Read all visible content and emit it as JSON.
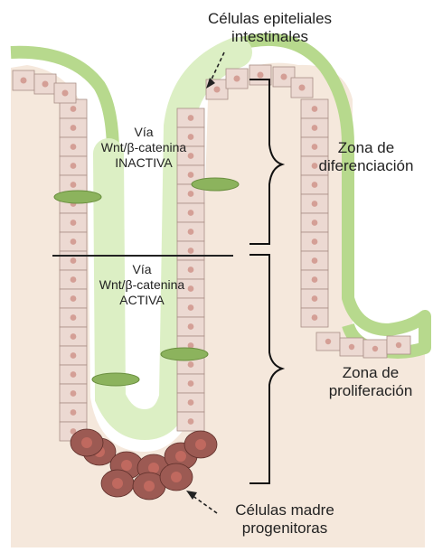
{
  "labels": {
    "epithelial_cells": [
      "Células epiteliales",
      "intestinales"
    ],
    "pathway_inactive": [
      "Vía",
      "Wnt/β-catenina",
      "INACTIVA"
    ],
    "pathway_active": [
      "Vía",
      "Wnt/β-catenina",
      "ACTIVA"
    ],
    "differentiation_zone": [
      "Zona de",
      "diferenciación"
    ],
    "proliferation_zone": [
      "Zona de",
      "proliferación"
    ],
    "stem_cells": [
      "Células madre",
      "progenitoras"
    ]
  },
  "colors": {
    "lumen_mucus": "#dcefc4",
    "mucus_outline": "#b7d98d",
    "tissue_background": "#f5e8dc",
    "epithelial_cell": "#ecd9d2",
    "cell_outline": "#a98e86",
    "nucleus": "#d49f96",
    "goblet_cell": "#8cb35d",
    "stem_cell": "#9c5a53",
    "stem_nucleus": "#c0695f",
    "bracket": "#111111"
  }
}
